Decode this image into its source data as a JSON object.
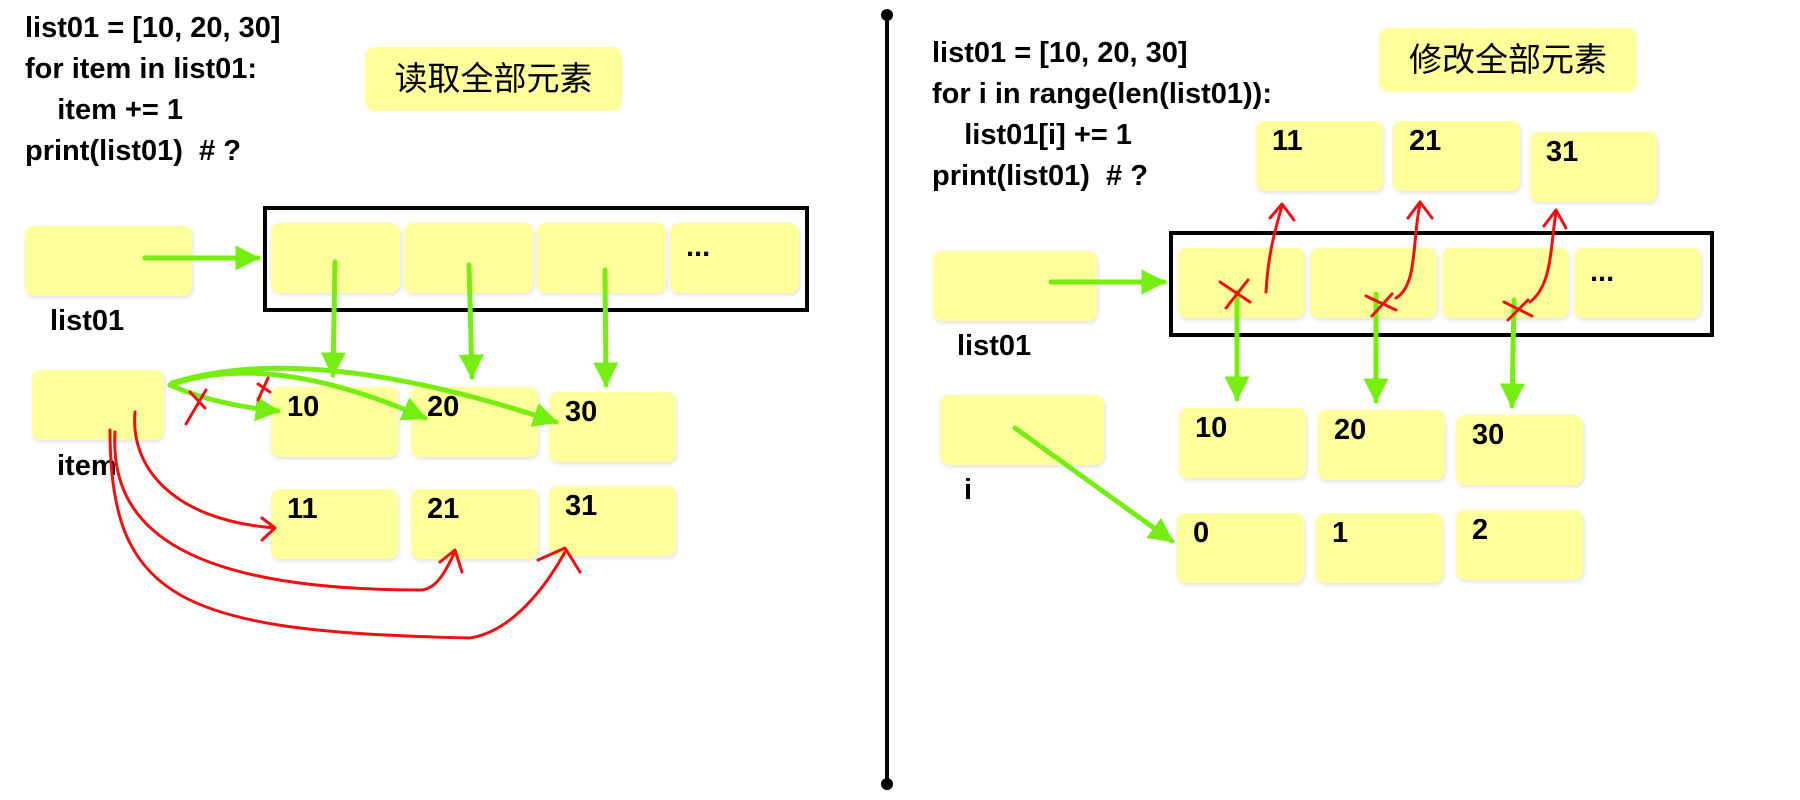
{
  "left": {
    "code": [
      "list01 = [10, 20, 30]",
      "for item in list01:",
      "    item += 1",
      "print(list01)  # ?"
    ],
    "title": "读取全部元素",
    "list_label": "list01",
    "var_label": "item",
    "list_cells": [
      "",
      "",
      "",
      "..."
    ],
    "original_values": [
      "10",
      "20",
      "30"
    ],
    "new_values": [
      "11",
      "21",
      "31"
    ]
  },
  "right": {
    "code": [
      "list01 = [10, 20, 30]",
      "for i in range(len(list01)):",
      "    list01[i] += 1",
      "print(list01)  # ?"
    ],
    "title": "修改全部元素",
    "list_label": "list01",
    "var_label": "i",
    "list_cells": [
      "",
      "",
      "",
      "..."
    ],
    "new_values": [
      "11",
      "21",
      "31"
    ],
    "original_values": [
      "10",
      "20",
      "30"
    ],
    "index_values": [
      "0",
      "1",
      "2"
    ]
  },
  "colors": {
    "box_fill": "#ffff9c",
    "reference_arrow": "#77ee11",
    "broken_link": "#ee1111",
    "frame": "#000000"
  }
}
